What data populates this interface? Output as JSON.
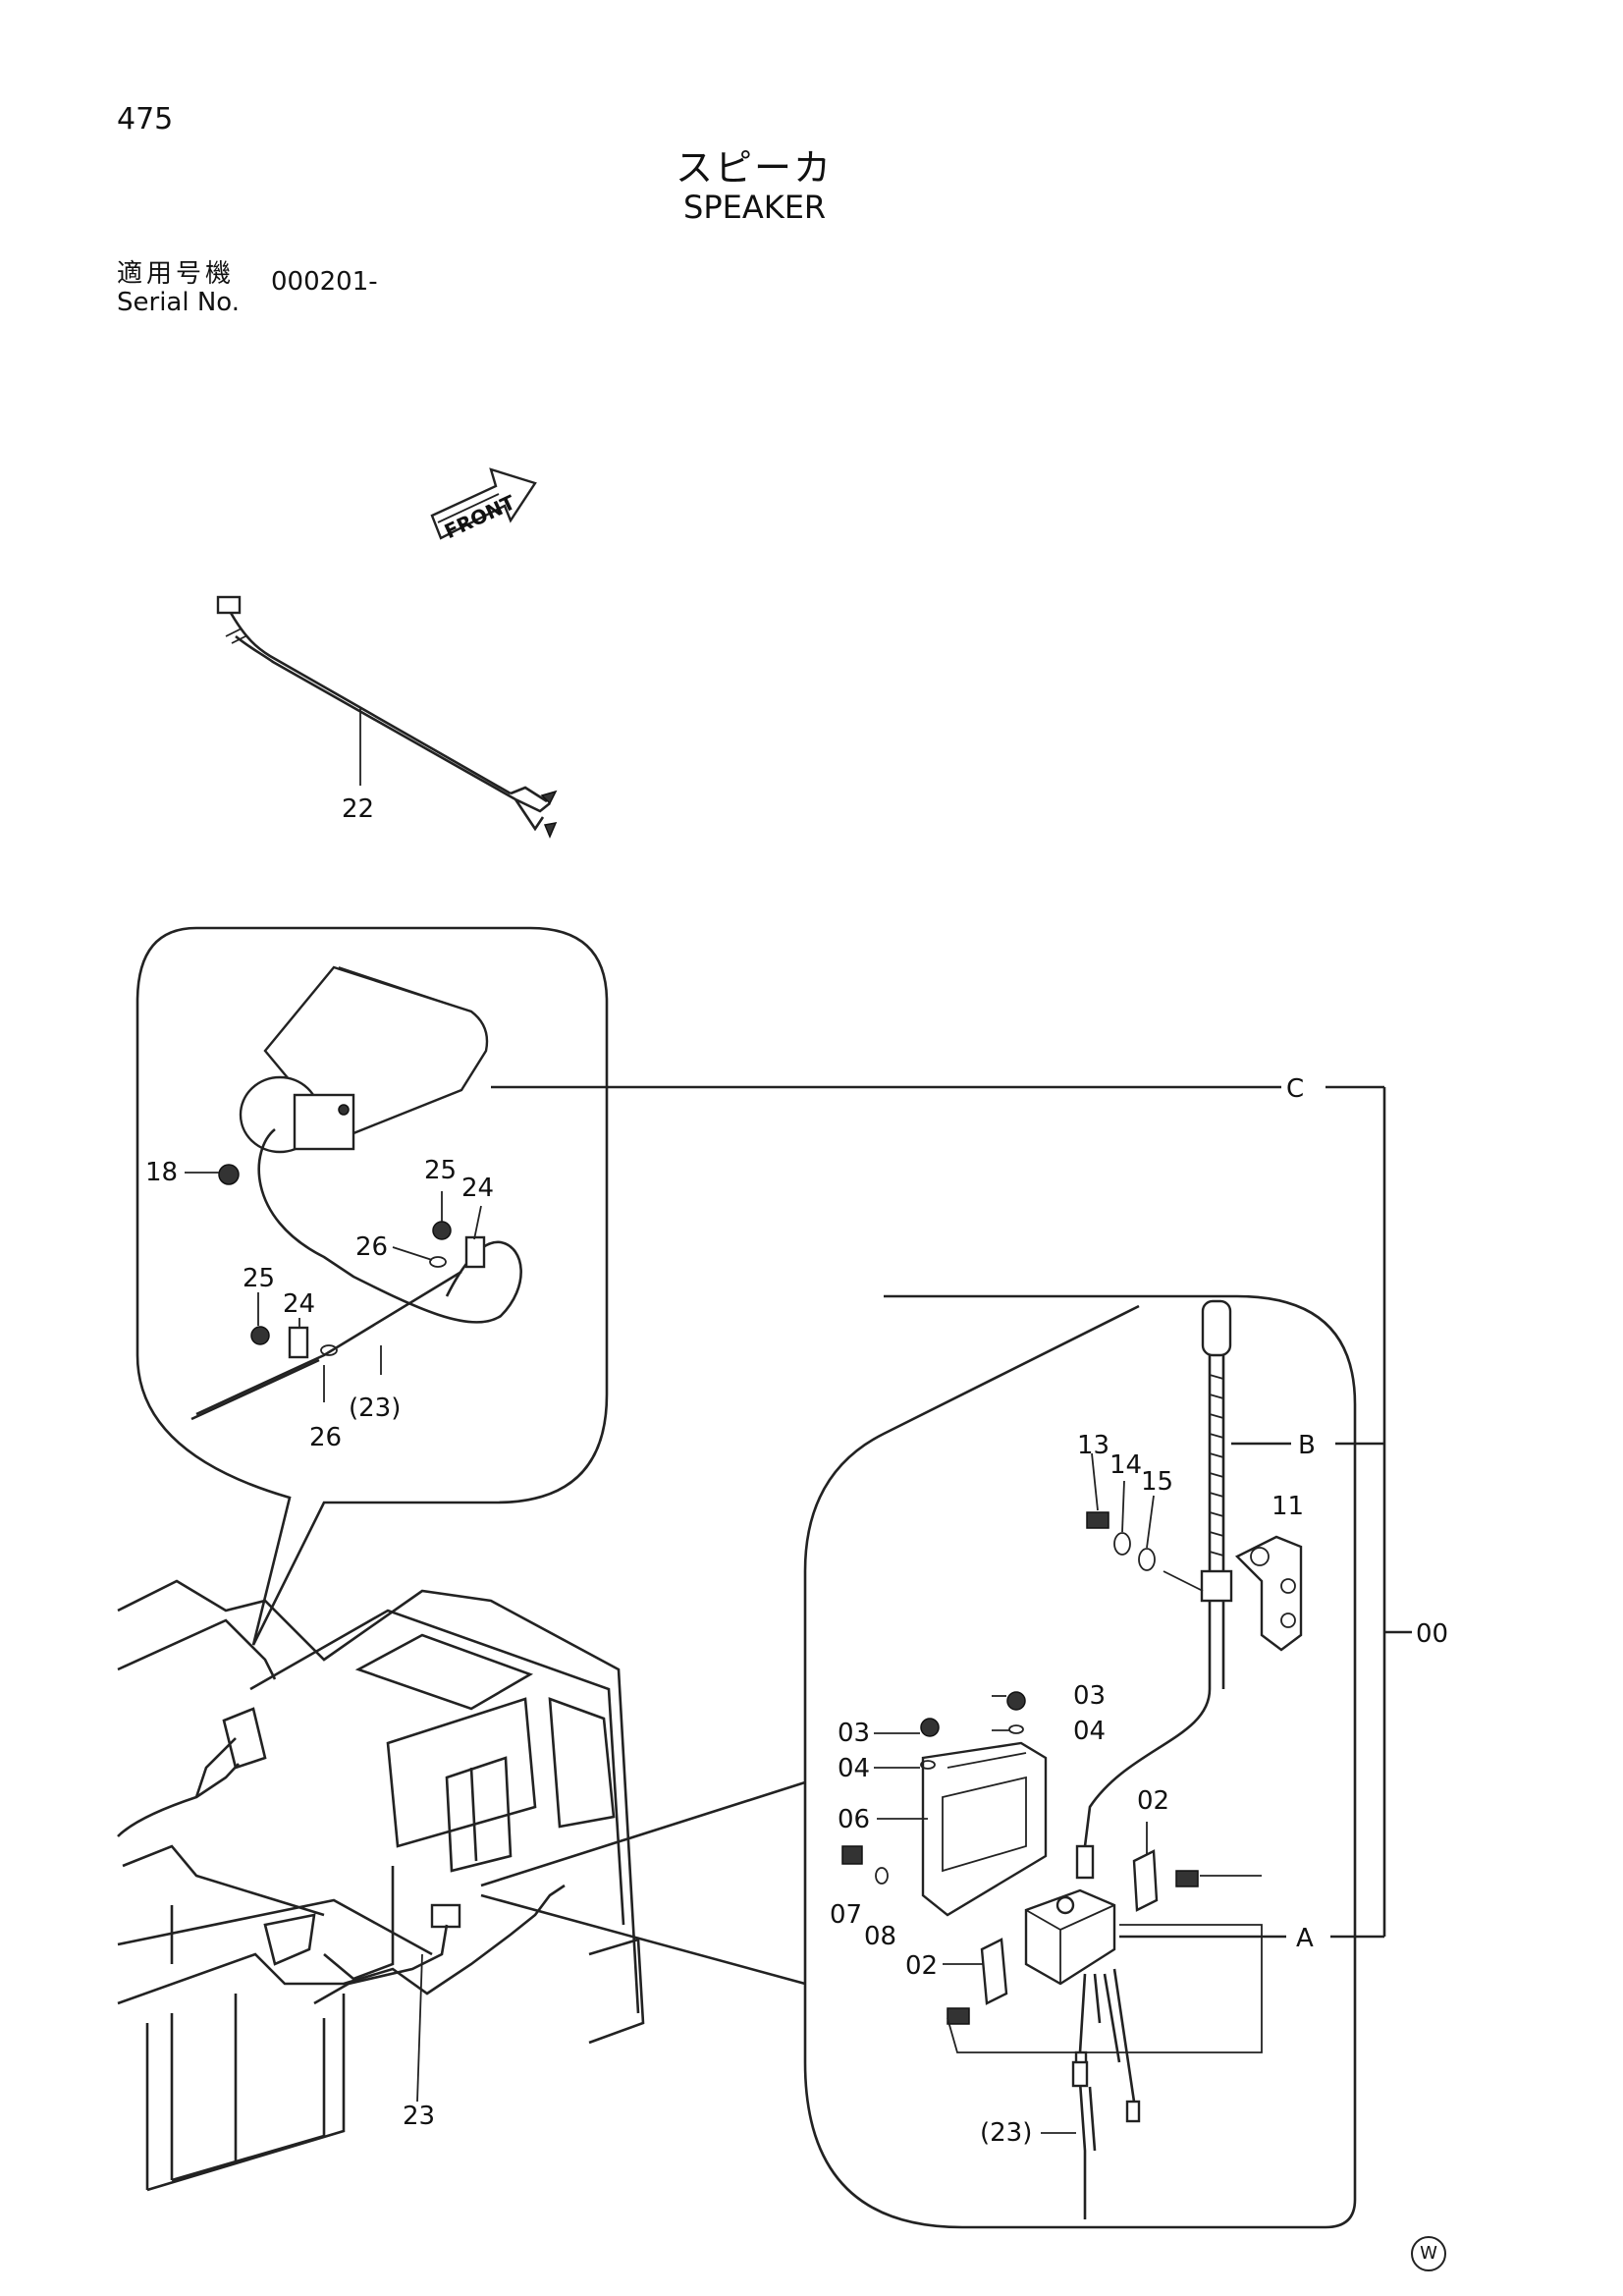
{
  "page_number": "475",
  "title_jp": "スピーカ",
  "title_en": "SPEAKER",
  "serial": {
    "label_jp": "適用号機",
    "label_en": "Serial No.",
    "value": "000201-"
  },
  "front_label": "FRONT",
  "callouts": {
    "c00": "00",
    "c02a": "02",
    "c02b": "02",
    "c03a": "03",
    "c03b": "03",
    "c04a": "04",
    "c04b": "04",
    "c06": "06",
    "c07": "07",
    "c08": "08",
    "c11": "11",
    "c13": "13",
    "c14": "14",
    "c15": "15",
    "c18": "18",
    "c22": "22",
    "c23": "23",
    "c23p_upper": "(23)",
    "c23p_lower": "(23)",
    "c24a": "24",
    "c24b": "24",
    "c25a": "25",
    "c25b": "25",
    "c26a": "26",
    "c26b": "26",
    "refA": "A",
    "refB": "B",
    "refC": "C"
  },
  "corner_mark": "W"
}
